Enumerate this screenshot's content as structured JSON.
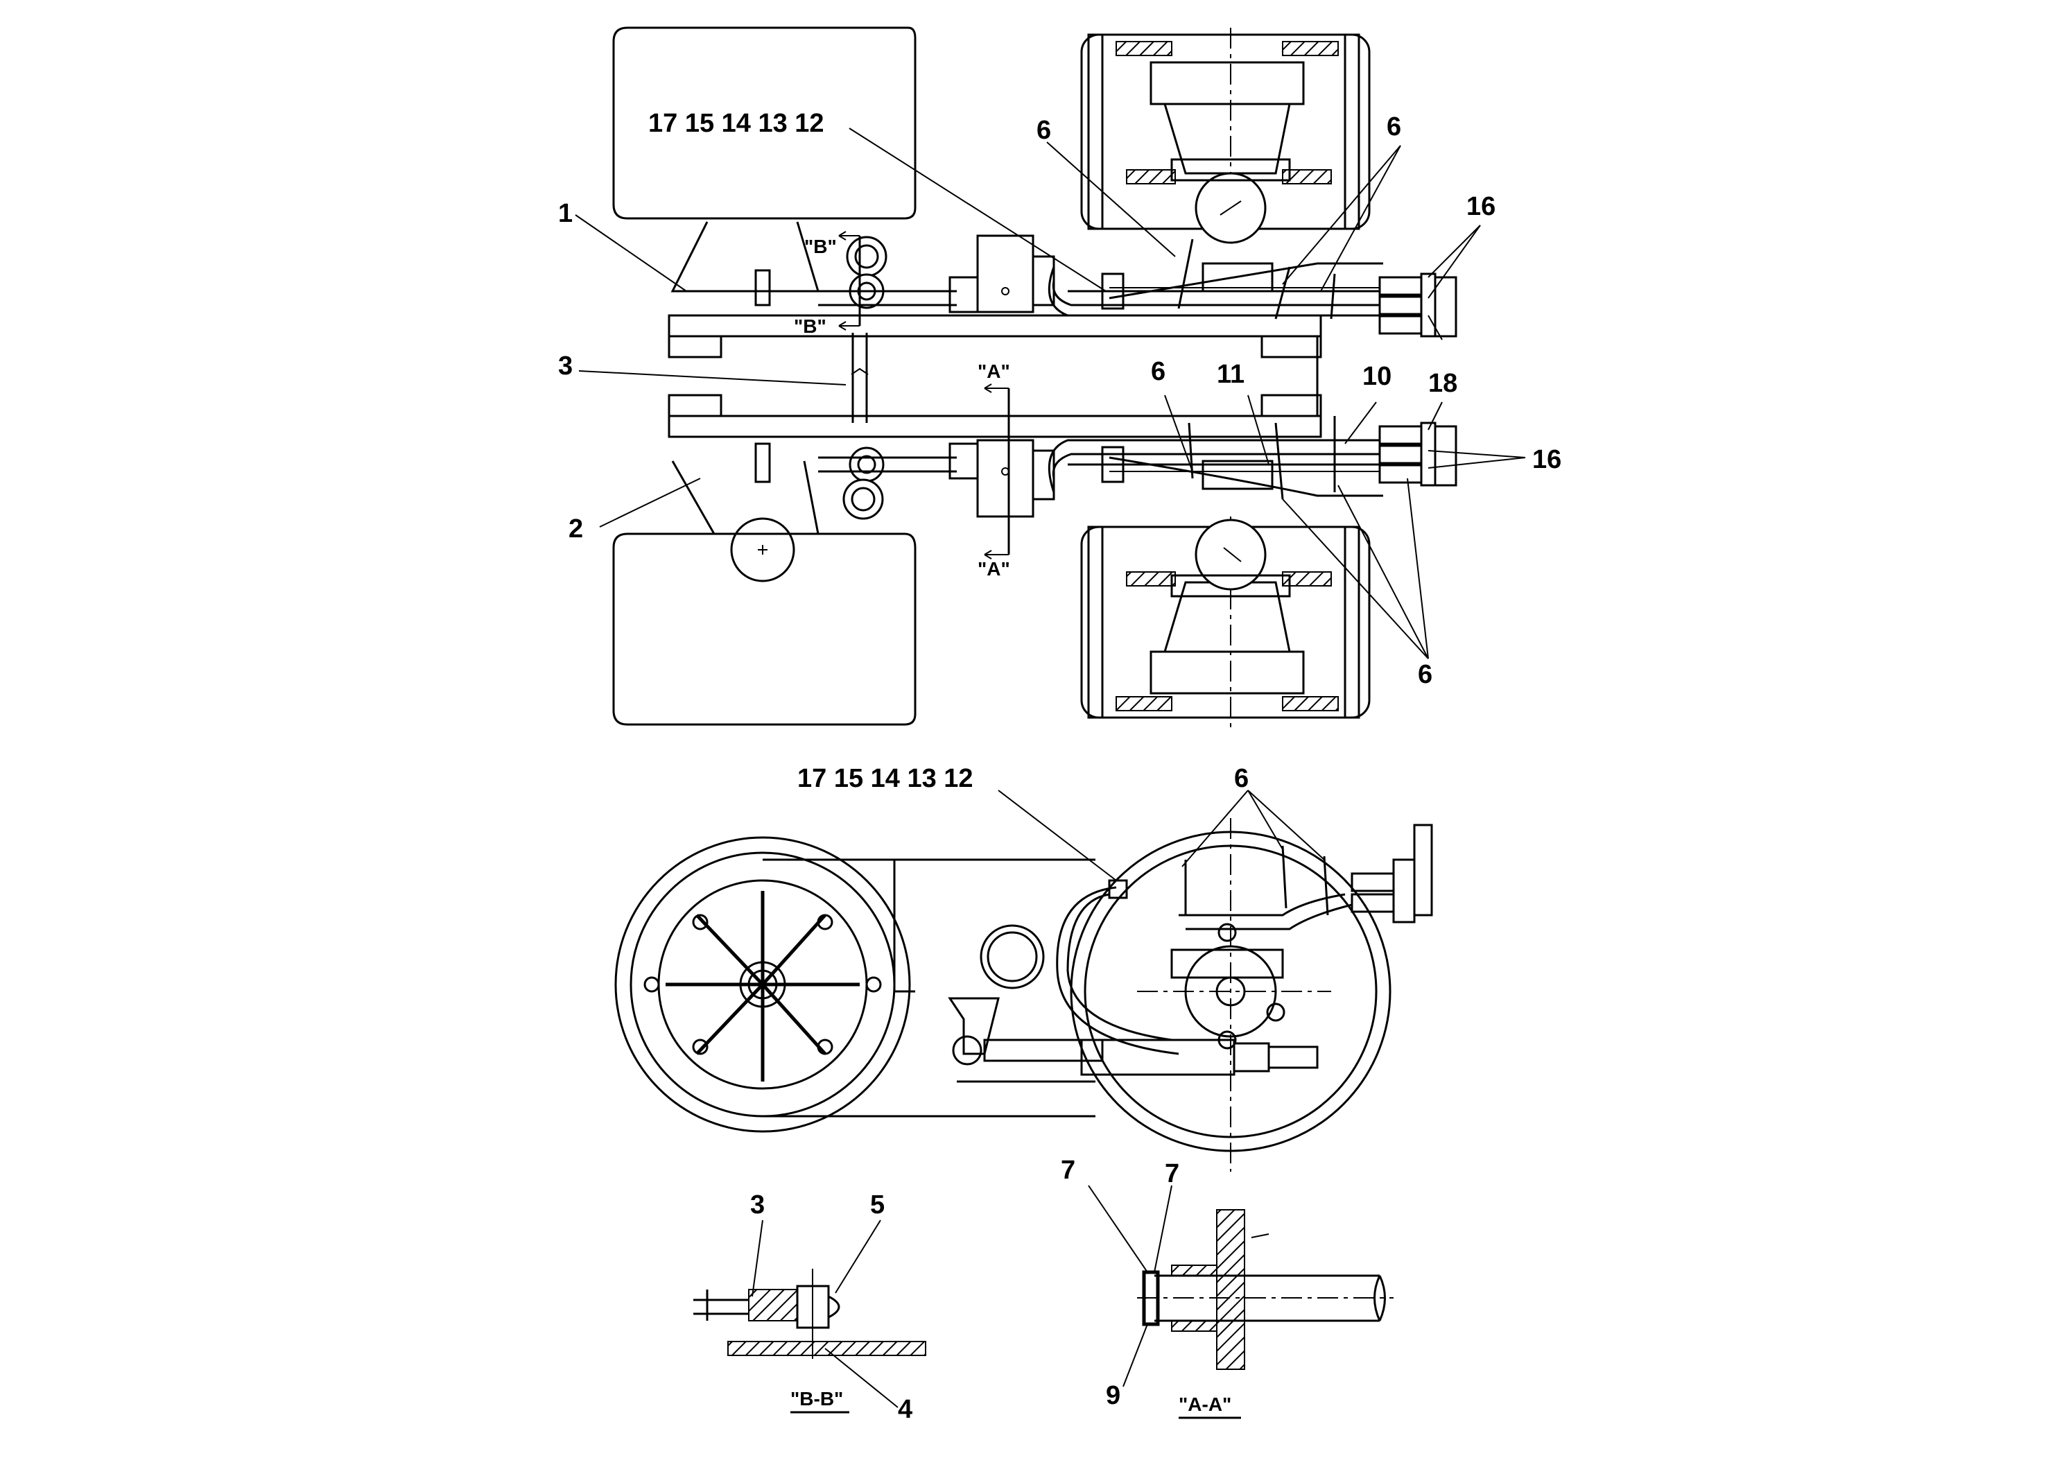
{
  "callouts": {
    "top_group": "17 15 14 13 12",
    "mid_group": "17 15 14 13 12",
    "c1": "1",
    "c2": "2",
    "c3": "3",
    "c6_a": "6",
    "c6_b": "6",
    "c6_c": "6",
    "c6_d": "6",
    "c6_e": "6",
    "c16_a": "16",
    "c16_b": "16",
    "c18": "18",
    "c10": "10",
    "c11": "11",
    "c3_bb": "3",
    "c5": "5",
    "c4": "4",
    "c7_a": "7",
    "c7_b": "7",
    "c9": "9"
  },
  "section_marks": {
    "b_top": "\"B\"",
    "b_bottom": "\"B\"",
    "a_top": "\"A\"",
    "a_bottom": "\"A\""
  },
  "section_titles": {
    "bb": "\"B-B\"",
    "aa": "\"A-A\""
  }
}
